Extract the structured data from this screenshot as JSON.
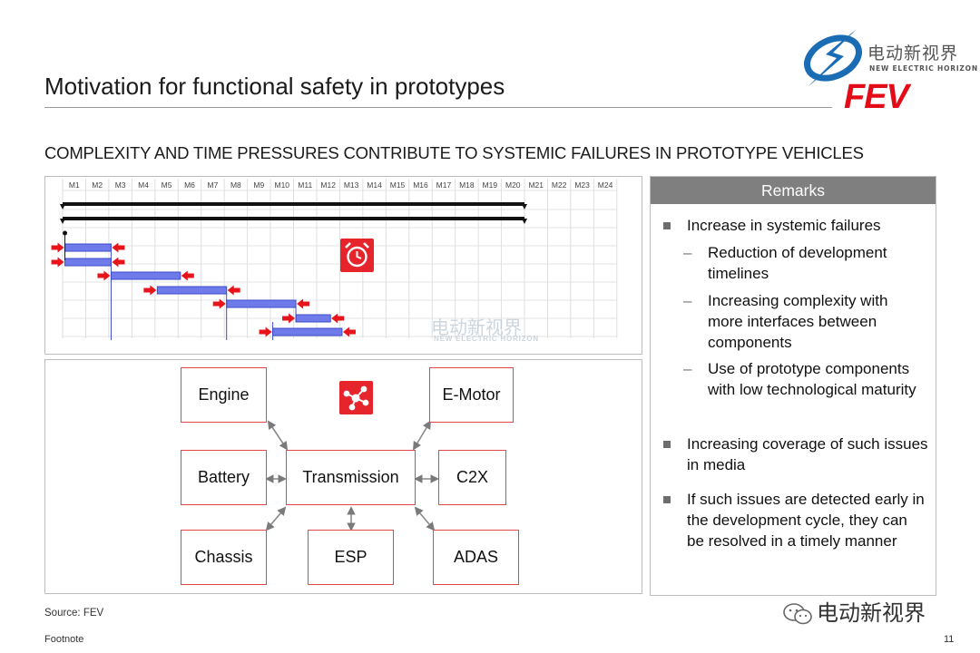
{
  "header": {
    "title": "Motivation for functional safety in prototypes",
    "subtitle": "COMPLEXITY AND TIME PRESSURES CONTRIBUTE TO SYSTEMIC FAILURES IN PROTOTYPE VEHICLES"
  },
  "logo": {
    "cn": "电动新视界",
    "en": "NEW ELECTRIC HORIZON",
    "fev": "FEV"
  },
  "gantt": {
    "months": [
      "M1",
      "M2",
      "M3",
      "M4",
      "M5",
      "M6",
      "M7",
      "M8",
      "M9",
      "M10",
      "M11",
      "M12",
      "M13",
      "M14",
      "M15",
      "M16",
      "M17",
      "M18",
      "M19",
      "M20",
      "M21",
      "M22",
      "M23",
      "M24"
    ],
    "summary_bars": [
      {
        "start": 0,
        "end": 20
      },
      {
        "start": 0,
        "end": 20
      }
    ],
    "tasks": [
      {
        "start": 0.1,
        "end": 2.1
      },
      {
        "start": 0.1,
        "end": 2.1
      },
      {
        "start": 2.1,
        "end": 5.1
      },
      {
        "start": 4.1,
        "end": 7.1
      },
      {
        "start": 7.1,
        "end": 10.1
      },
      {
        "start": 10.1,
        "end": 11.6
      },
      {
        "start": 9.1,
        "end": 12.1
      }
    ],
    "alarm_icon": "alarm-clock-icon",
    "accent": "#e5242b"
  },
  "diagram": {
    "icon": "network-nodes-icon",
    "nodes": {
      "engine": "Engine",
      "emotor": "E-Motor",
      "battery": "Battery",
      "transmission": "Transmission",
      "c2x": "C2X",
      "chassis": "Chassis",
      "esp": "ESP",
      "adas": "ADAS"
    },
    "border_color": "#e04848"
  },
  "remarks": {
    "title": "Remarks",
    "b1": "Increase in systemic failures",
    "s1": "Reduction of development timelines",
    "s2": "Increasing complexity with more interfaces between components",
    "s3": "Use of prototype components with low technological maturity",
    "b2": "Increasing coverage of such issues in media",
    "b3": "If such issues are detected early in the development cycle, they can be resolved in a timely manner"
  },
  "footer": {
    "source": "Source: FEV",
    "footnote": "Footnote",
    "page": "11",
    "watermark": "电动新视界"
  },
  "watermark_center": {
    "cn": "电动新视界",
    "en": "NEW ELECTRIC HORIZON"
  }
}
